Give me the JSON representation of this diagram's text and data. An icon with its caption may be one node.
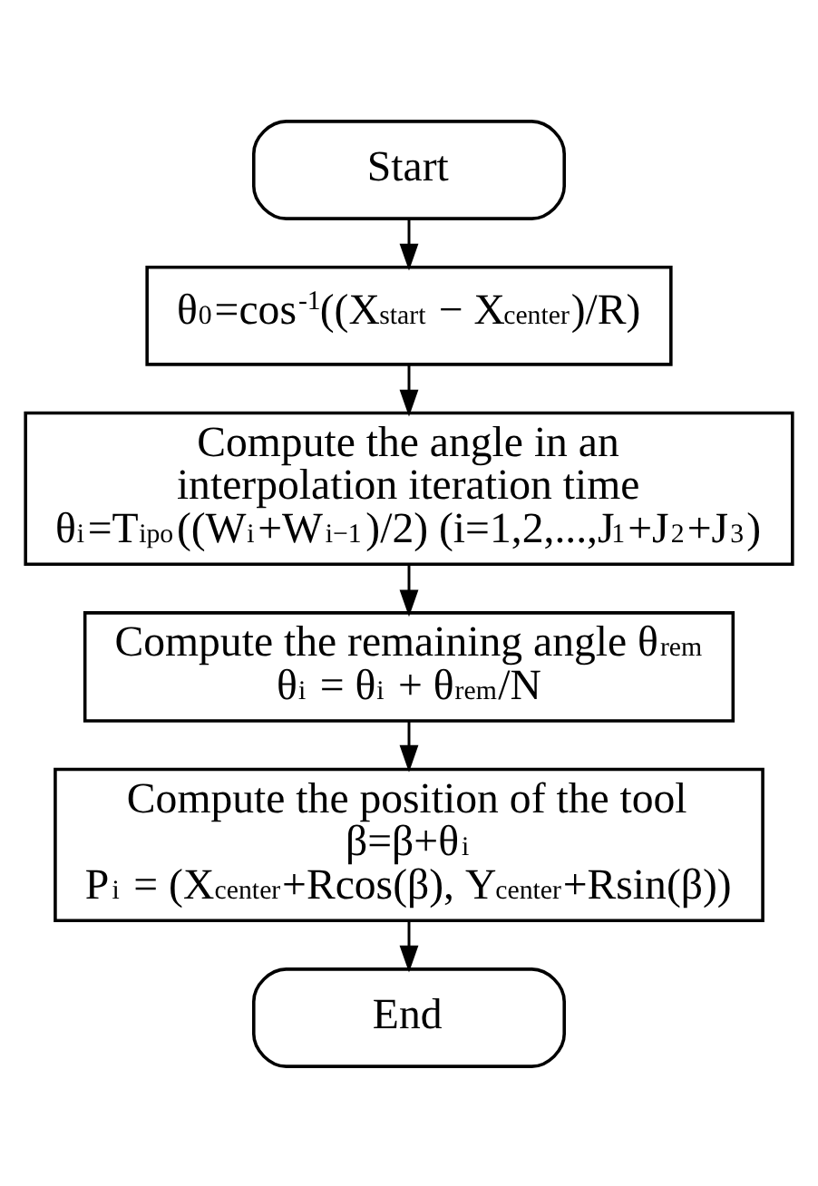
{
  "diagram": {
    "nodes": [
      {
        "text": [
          "Start"
        ]
      },
      {
        "text": [
          "θ$_{0}$=cos$^{-1}$((X$_{start}$ − X$_{center}$)/R)"
        ]
      },
      {
        "text": [
          "Compute the angle in an interpolation iteration time",
          "θ$_{i}$=T$_{ipo}$((W$_{i}$+W$_{i−1}$)/2) (i=1,2,...,J$_{1}$+J$_{2}$+J$_{3}$)"
        ]
      },
      {
        "text": [
          "Compute the remaining angle θ$_{rem}$",
          "θ$_{i}$ = θ$_{i}$ + θ$_{rem}$/N"
        ]
      },
      {
        "text": [
          "Compute the position of the tool",
          "β=β+θ$_{i}$",
          "P$_{i}$ = (X$_{center}$+Rcos(β), Y$_{center}$+Rsin(β))"
        ]
      },
      {
        "text": [
          "End"
        ]
      }
    ],
    "edges": [
      {
        "from": 0,
        "to": 1,
        "arrow": "to"
      },
      {
        "from": 1,
        "to": 2,
        "arrow": "to"
      },
      {
        "from": 2,
        "to": 3,
        "arrow": "to"
      },
      {
        "from": 3,
        "to": 4,
        "arrow": "to"
      },
      {
        "from": 4,
        "to": 5,
        "arrow": "to"
      }
    ]
  }
}
